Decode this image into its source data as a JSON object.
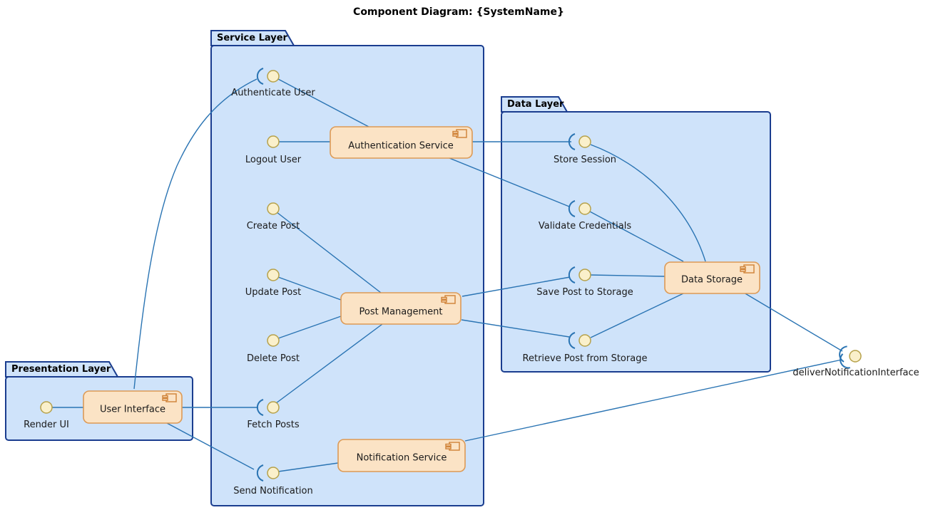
{
  "title": "Component Diagram: {SystemName}",
  "packages": {
    "service": {
      "name": "Service Layer"
    },
    "data": {
      "name": "Data Layer"
    },
    "presentation": {
      "name": "Presentation Layer"
    }
  },
  "components": {
    "authentication_service": {
      "label": "Authentication Service"
    },
    "post_management": {
      "label": "Post Management"
    },
    "notification_service": {
      "label": "Notification Service"
    },
    "data_storage": {
      "label": "Data Storage"
    },
    "user_interface": {
      "label": "User Interface"
    }
  },
  "interfaces": {
    "authenticate_user": {
      "label": "Authenticate User"
    },
    "logout_user": {
      "label": "Logout User"
    },
    "create_post": {
      "label": "Create Post"
    },
    "update_post": {
      "label": "Update Post"
    },
    "delete_post": {
      "label": "Delete Post"
    },
    "fetch_posts": {
      "label": "Fetch Posts"
    },
    "send_notification": {
      "label": "Send Notification"
    },
    "store_session": {
      "label": "Store Session"
    },
    "validate_credentials": {
      "label": "Validate Credentials"
    },
    "save_post_to_storage": {
      "label": "Save Post to Storage"
    },
    "retrieve_post_from_storage": {
      "label": "Retrieve Post from Storage"
    },
    "render_ui": {
      "label": "Render UI"
    },
    "deliver_notification_interface": {
      "label": "deliverNotificationInterface"
    }
  },
  "connections": [
    {
      "from": "User Interface",
      "to": "Authenticate User"
    },
    {
      "from": "Authenticate User",
      "to": "Authentication Service"
    },
    {
      "from": "Logout User",
      "to": "Authentication Service"
    },
    {
      "from": "Authentication Service",
      "to": "Store Session"
    },
    {
      "from": "Authentication Service",
      "to": "Validate Credentials"
    },
    {
      "from": "Store Session",
      "to": "Data Storage"
    },
    {
      "from": "Validate Credentials",
      "to": "Data Storage"
    },
    {
      "from": "Create Post",
      "to": "Post Management"
    },
    {
      "from": "Update Post",
      "to": "Post Management"
    },
    {
      "from": "Delete Post",
      "to": "Post Management"
    },
    {
      "from": "Fetch Posts",
      "to": "Post Management"
    },
    {
      "from": "User Interface",
      "to": "Fetch Posts"
    },
    {
      "from": "User Interface",
      "to": "Send Notification"
    },
    {
      "from": "Send Notification",
      "to": "Notification Service"
    },
    {
      "from": "Notification Service",
      "to": "deliverNotificationInterface"
    },
    {
      "from": "Data Storage",
      "to": "deliverNotificationInterface"
    },
    {
      "from": "Post Management",
      "to": "Save Post to Storage"
    },
    {
      "from": "Post Management",
      "to": "Retrieve Post from Storage"
    },
    {
      "from": "Save Post to Storage",
      "to": "Data Storage"
    },
    {
      "from": "Retrieve Post from Storage",
      "to": "Data Storage"
    },
    {
      "from": "Render UI",
      "to": "User Interface"
    }
  ],
  "colors": {
    "package_fill": "#cfe3fa",
    "package_border": "#1a3d8f",
    "component_fill": "#fbe3c5",
    "component_border": "#dd9a55",
    "component_icon": "#cf8136",
    "interface_fill": "#faf0cb",
    "interface_border": "#b6a14a",
    "edge": "#2a74b3",
    "text": "#1a1a1a",
    "background": "#ffffff"
  }
}
